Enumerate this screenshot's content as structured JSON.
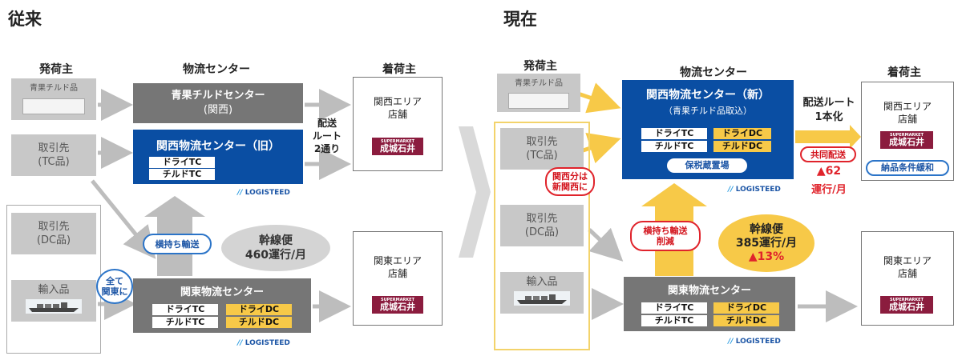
{
  "left": {
    "title": "従来",
    "headers": {
      "shipper": "発荷主",
      "center": "物流センター",
      "consignee": "着荷主"
    },
    "shippers": {
      "chilled": "青果チルド品",
      "tc_line1": "取引先",
      "tc_line2": "(TC品)",
      "dc_line1": "取引先",
      "dc_line2": "(DC品)",
      "import": "輸入品"
    },
    "produce_center": {
      "name": "青果チルドセンター",
      "sub": "(関西)"
    },
    "kansai_old": {
      "name": "関西物流センター（旧）",
      "tags": [
        "ドライTC",
        "チルドTC"
      ],
      "brand": "LOGISTEED"
    },
    "kanto_center": {
      "name": "関東物流センター",
      "white_tags": [
        "ドライTC",
        "チルドTC"
      ],
      "yellow_tags": [
        "ドライDC",
        "チルドDC"
      ],
      "brand": "LOGISTEED"
    },
    "route_note": [
      "配送",
      "ルート",
      "2通り"
    ],
    "bubble_all_kanto": [
      "全て",
      "関東に"
    ],
    "bubble_transfer": "横持ち輸送",
    "trunk": {
      "line1": "幹線便",
      "line2": "460運行/月"
    },
    "stores": {
      "kansai_line1": "関西エリア",
      "kansai_line2": "店舗",
      "kanto_line1": "関東エリア",
      "kanto_line2": "店舗",
      "logo_small": "SUPERMARKET",
      "logo_main": "成城石井"
    }
  },
  "right": {
    "title": "現在",
    "headers": {
      "shipper": "発荷主",
      "center": "物流センター",
      "consignee": "着荷主"
    },
    "shippers": {
      "chilled": "青果チルド品",
      "tc_line1": "取引先",
      "tc_line2": "(TC品)",
      "dc_line1": "取引先",
      "dc_line2": "(DC品)",
      "import": "輸入品"
    },
    "kansai_new": {
      "name": "関西物流センター（新）",
      "sub": "（青果チルド品取込）",
      "white_tags": [
        "ドライTC",
        "チルドTC"
      ],
      "yellow_tags": [
        "ドライDC",
        "チルドDC"
      ],
      "bonded": "保税蔵置場",
      "brand": "LOGISTEED"
    },
    "kanto_center": {
      "name": "関東物流センター",
      "white_tags": [
        "ドライTC",
        "チルドTC"
      ],
      "yellow_tags": [
        "ドライDC",
        "チルドDC"
      ],
      "brand": "LOGISTEED"
    },
    "route_note": [
      "配送ルート",
      "1本化"
    ],
    "bubble_kansai": [
      "関西分は",
      "新関西に"
    ],
    "bubble_reduce": [
      "横持ち輸送",
      "削減"
    ],
    "trunk": {
      "line1": "幹線便",
      "line2": "385運行/月",
      "line3": "▲13%"
    },
    "joint": {
      "label": "共同配送",
      "value": "▲62",
      "unit": "運行/月"
    },
    "relax": "納品条件緩和",
    "stores": {
      "kansai_line1": "関西エリア",
      "kansai_line2": "店舗",
      "kanto_line1": "関東エリア",
      "kanto_line2": "店舗",
      "logo_small": "SUPERMARKET",
      "logo_main": "成城石井"
    }
  }
}
